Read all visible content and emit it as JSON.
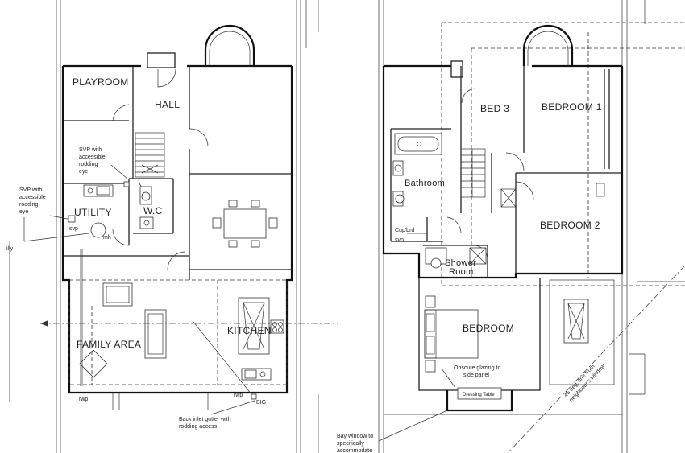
{
  "ground_floor": {
    "rooms": {
      "playroom": "PLAYROOM",
      "hall": "HALL",
      "utility": "UTILITY",
      "wc": "W.C",
      "kitchen": "KITCHEN",
      "family_area": "FAMILY AREA"
    },
    "notes": {
      "svp_hall": [
        "SVP with",
        "accessible",
        "rodding",
        "eye"
      ],
      "svp_utility": [
        "SVP with",
        "accessible",
        "rodding",
        "eye"
      ],
      "svp_tag": "svp",
      "mh": "mh",
      "rwp_left": "rwp",
      "rwp_right": "rwp",
      "big": "BIG",
      "back_inlet": [
        "Back inlet gutter with",
        "rodding access"
      ],
      "illy": "illy"
    }
  },
  "first_floor": {
    "rooms": {
      "bed3": "BED 3",
      "bedroom1": "BEDROOM 1",
      "bathroom": "Bathroom",
      "bedroom2": "BEDROOM 2",
      "shower": [
        "Shower",
        "Room"
      ],
      "bedroom": "BEDROOM"
    },
    "notes": {
      "cupbrd": "Cup'brd",
      "svp": "svp",
      "obscure": [
        "Obscure glazing to",
        "side panel"
      ],
      "dressing": "Dressing Table",
      "bay_window": [
        "Bay window to",
        "specifically",
        "accommodate"
      ],
      "angle_line": [
        "45 deg. line from",
        "neighbour's window"
      ]
    }
  }
}
